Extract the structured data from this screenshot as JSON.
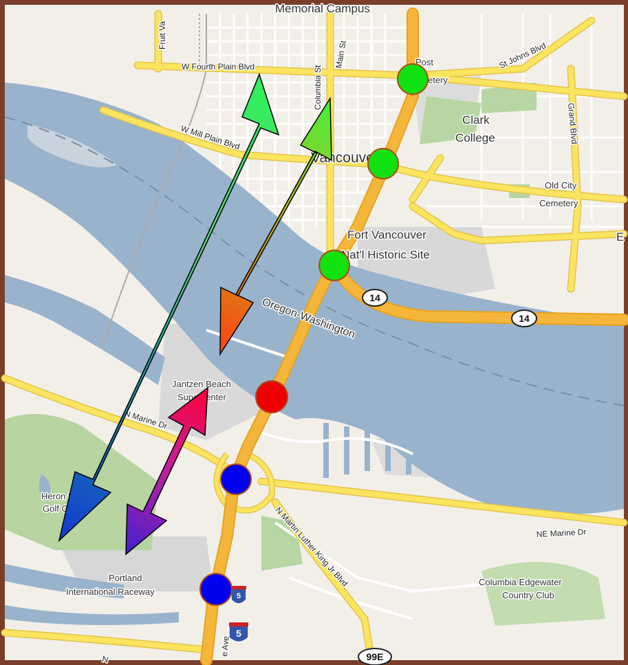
{
  "colors": {
    "frame": "#7a3f2b",
    "land": "#f2efe9",
    "water": "#99b3cc",
    "park": "#b7d6a3",
    "urban": "#dcdcdc",
    "highway": "#f4b63a",
    "major_road": "#fbe45f",
    "green_marker": "#11e011",
    "red_marker": "#ee0000",
    "blue_marker": "#0000ee"
  },
  "places": {
    "memorial_campus": "Memorial Campus",
    "post_cemetery_1": "Post",
    "post_cemetery_2": "etery",
    "clark_college_1": "Clark",
    "clark_college_2": "College",
    "vancouver": "Vancouve",
    "old_city_1": "Old City",
    "old_city_2": "Cemetery",
    "fort_1": "Fort Vancouver",
    "fort_2": "Nat'l Historic Site",
    "jantzen_1": "Jantzen Beach",
    "jantzen_2": "Supercenter",
    "heron_1": "Heron Lakes",
    "heron_2": "Golf Course",
    "pir_1": "Portland",
    "pir_2": "International Raceway",
    "columbia_1": "Columbia Edgewater",
    "columbia_2": "Country Club",
    "river": "Oregon-Washington",
    "edge_e": "E"
  },
  "streets": {
    "fruit_valley": "Fruit Va",
    "fourth_plain": "W Fourth Plain Blvd",
    "mill_plain": "W Mill Plain Blvd",
    "columbia_st": "Columbia St",
    "main_st": "Main St",
    "st_johns": "St Johns Blvd",
    "grand_blvd": "Grand Blvd",
    "n_marine": "N Marine Dr",
    "ne_marine": "NE Marine Dr",
    "mlk": "N Martin Luther King Jr Blvd",
    "ave": "e Ave",
    "n_bottom": "N"
  },
  "shields": {
    "sr14_a": "14",
    "sr14_b": "14",
    "i5_a": "5",
    "i5_b": "5",
    "us99e": "99E"
  },
  "markers": [
    {
      "name": "green-marker-1",
      "color": "green"
    },
    {
      "name": "green-marker-2",
      "color": "green"
    },
    {
      "name": "green-marker-3",
      "color": "green"
    },
    {
      "name": "red-marker",
      "color": "red"
    },
    {
      "name": "blue-marker-1",
      "color": "blue"
    },
    {
      "name": "blue-marker-2",
      "color": "blue"
    }
  ]
}
